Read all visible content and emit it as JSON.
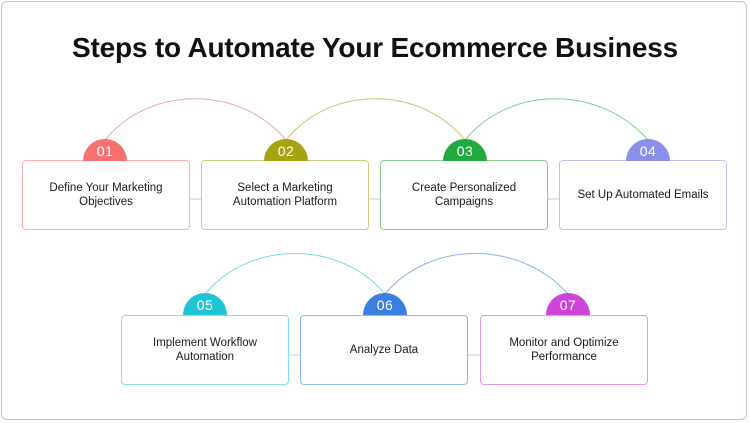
{
  "title": "Steps to Automate Your Ecommerce Business",
  "steps": [
    {
      "number": "01",
      "label": "Define Your Marketing Objectives",
      "color": "#f87171"
    },
    {
      "number": "02",
      "label": "Select a Marketing Automation Platform",
      "color": "#a3a314"
    },
    {
      "number": "03",
      "label": "Create Personalized Campaigns",
      "color": "#22a93f"
    },
    {
      "number": "04",
      "label": "Set Up Automated Emails",
      "color": "#8b8fe8"
    },
    {
      "number": "05",
      "label": "Implement Workflow Automation",
      "color": "#20c5d4"
    },
    {
      "number": "06",
      "label": "Analyze Data",
      "color": "#3b7fe0"
    },
    {
      "number": "07",
      "label": "Monitor and Optimize Performance",
      "color": "#cc44d8"
    }
  ]
}
